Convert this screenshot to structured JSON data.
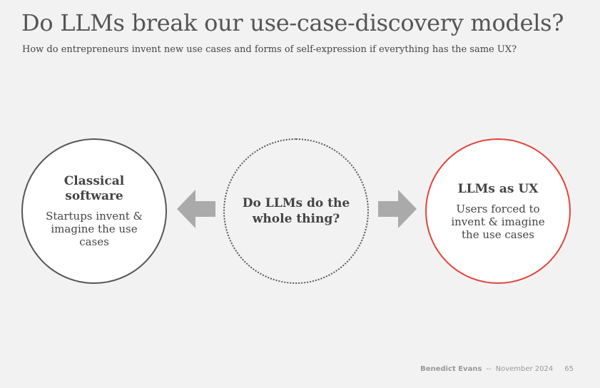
{
  "slide": {
    "title": "Do LLMs break our use-case-discovery models?",
    "subtitle": "How do entrepreneurs invent new use cases and forms of self-expression if everything has the same UX?"
  },
  "diagram": {
    "left": {
      "heading": "Classical software",
      "body": "Startups invent & imagine the use cases"
    },
    "middle": {
      "heading": "Do LLMs do the whole thing?"
    },
    "right": {
      "heading": "LLMs as UX",
      "body": "Users forced to invent & imagine the use cases"
    }
  },
  "footer": {
    "author": "Benedict Evans",
    "separator": "--",
    "date": "November 2024",
    "page": "65"
  },
  "colors": {
    "background": "#f2f2f2",
    "accent_red": "#e0453a",
    "arrow_gray": "#aaaaaa",
    "text_dark": "#444444"
  }
}
